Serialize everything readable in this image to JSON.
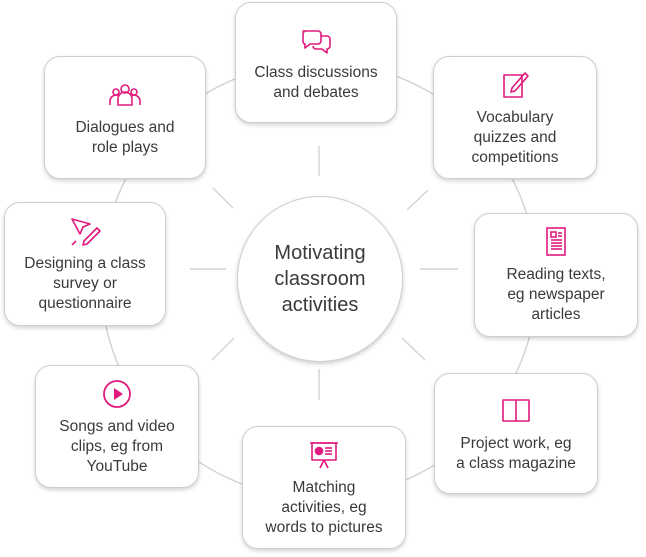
{
  "center": {
    "label": "Motivating\nclassroom\nactivities"
  },
  "accent_color": "#e0197d",
  "activities": [
    {
      "icon": "chat-bubbles-icon",
      "label": "Class discussions\nand debates"
    },
    {
      "icon": "pencil-note-icon",
      "label": "Vocabulary\nquizzes and\ncompetitions"
    },
    {
      "icon": "document-text-icon",
      "label": "Reading texts,\neg newspaper\narticles"
    },
    {
      "icon": "open-book-icon",
      "label": "Project work, eg\na class magazine"
    },
    {
      "icon": "presentation-board-icon",
      "label": "Matching\nactivities, eg\nwords to pictures"
    },
    {
      "icon": "play-button-icon",
      "label": "Songs and video\nclips, eg from\nYouTube"
    },
    {
      "icon": "pen-cursor-icon",
      "label": "Designing a class\nsurvey or\nquestionnaire"
    },
    {
      "icon": "people-group-icon",
      "label": "Dialogues and\nrole plays"
    }
  ]
}
